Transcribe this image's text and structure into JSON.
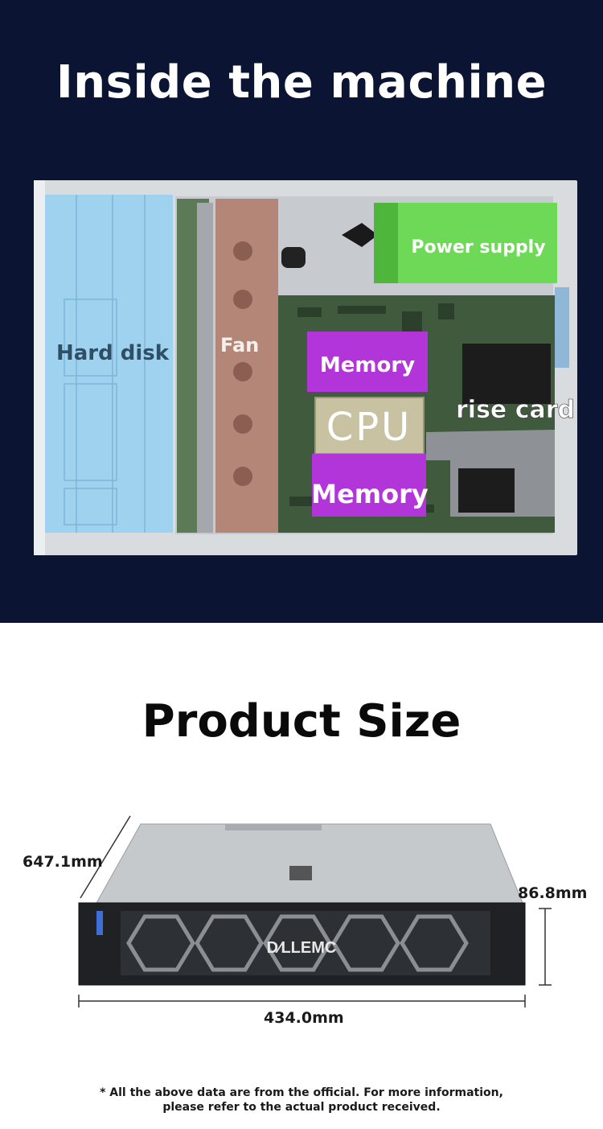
{
  "section_inside": {
    "title": "Inside the machine",
    "labels": {
      "hard_disk": "Hard disk",
      "fan": "Fan",
      "power_supply": "Power supply",
      "memory_top": "Memory",
      "cpu": "CPU",
      "memory_bottom": "Memory",
      "rise_card": "rise card"
    },
    "colors": {
      "background": "#0b1533",
      "hard_disk": "#9fd2ef",
      "fan": "#b38678",
      "power_supply": "#6ed857",
      "memory": "#b135d8",
      "cpu": "#c9c2a2"
    }
  },
  "section_size": {
    "title": "Product Size",
    "depth": "647.1mm",
    "height": "86.8mm",
    "width": "434.0mm",
    "brand_logo": "D∕LLEMC",
    "footnote_line1": "* All the above data are from the official. For more information,",
    "footnote_line2": "please refer to the actual product received."
  }
}
